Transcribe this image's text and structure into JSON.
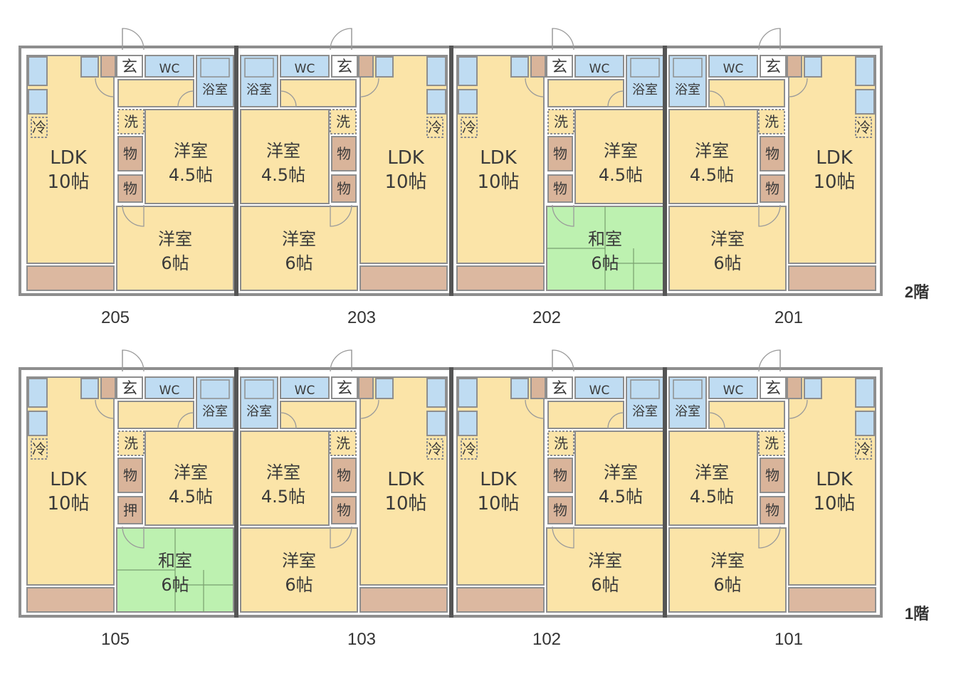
{
  "floors": [
    {
      "label": "2階",
      "units": [
        {
          "number": "205",
          "ldk": "LDK",
          "ldk_size": "10帖",
          "room_a": "洋室",
          "room_a_size": "4.5帖",
          "room_b": "洋室",
          "room_b_size": "6帖",
          "closets": [
            "物",
            "物"
          ],
          "genkan": "玄",
          "wc": "WC",
          "bath": "浴室",
          "wash": "洗",
          "fridge": "冷"
        },
        {
          "number": "203",
          "ldk": "LDK",
          "ldk_size": "10帖",
          "room_a": "洋室",
          "room_a_size": "4.5帖",
          "room_b": "洋室",
          "room_b_size": "6帖",
          "closets": [
            "物",
            "物"
          ],
          "genkan": "玄",
          "wc": "WC",
          "bath": "浴室",
          "wash": "洗",
          "fridge": "冷"
        },
        {
          "number": "202",
          "ldk": "LDK",
          "ldk_size": "10帖",
          "room_a": "洋室",
          "room_a_size": "4.5帖",
          "room_b": "和室",
          "room_b_size": "6帖",
          "closets": [
            "物",
            "物"
          ],
          "genkan": "玄",
          "wc": "WC",
          "bath": "浴室",
          "wash": "洗",
          "fridge": "冷"
        },
        {
          "number": "201",
          "ldk": "LDK",
          "ldk_size": "10帖",
          "room_a": "洋室",
          "room_a_size": "4.5帖",
          "room_b": "洋室",
          "room_b_size": "6帖",
          "closets": [
            "物",
            "物"
          ],
          "genkan": "玄",
          "wc": "WC",
          "bath": "浴室",
          "wash": "洗",
          "fridge": "冷"
        }
      ]
    },
    {
      "label": "1階",
      "units": [
        {
          "number": "105",
          "ldk": "LDK",
          "ldk_size": "10帖",
          "room_a": "洋室",
          "room_a_size": "4.5帖",
          "room_b": "和室",
          "room_b_size": "6帖",
          "closets": [
            "物",
            "押"
          ],
          "genkan": "玄",
          "wc": "WC",
          "bath": "浴室",
          "wash": "洗",
          "fridge": "冷"
        },
        {
          "number": "103",
          "ldk": "LDK",
          "ldk_size": "10帖",
          "room_a": "洋室",
          "room_a_size": "4.5帖",
          "room_b": "洋室",
          "room_b_size": "6帖",
          "closets": [
            "物",
            "物"
          ],
          "genkan": "玄",
          "wc": "WC",
          "bath": "浴室",
          "wash": "洗",
          "fridge": "冷"
        },
        {
          "number": "102",
          "ldk": "LDK",
          "ldk_size": "10帖",
          "room_a": "洋室",
          "room_a_size": "4.5帖",
          "room_b": "洋室",
          "room_b_size": "6帖",
          "closets": [
            "物",
            "物"
          ],
          "genkan": "玄",
          "wc": "WC",
          "bath": "浴室",
          "wash": "洗",
          "fridge": "冷"
        },
        {
          "number": "101",
          "ldk": "LDK",
          "ldk_size": "10帖",
          "room_a": "洋室",
          "room_a_size": "4.5帖",
          "room_b": "洋室",
          "room_b_size": "6帖",
          "closets": [
            "物",
            "物"
          ],
          "genkan": "玄",
          "wc": "WC",
          "bath": "浴室",
          "wash": "洗",
          "fridge": "冷"
        }
      ]
    }
  ],
  "colors": {
    "room": "#fbe4a8",
    "wet": "#bfdcf2",
    "closet": "#d9b49a",
    "balcony": "#dcb8a0",
    "tatami": "#bdf1b0",
    "wall": "#8e8e8e",
    "dark_wall": "#555555"
  }
}
